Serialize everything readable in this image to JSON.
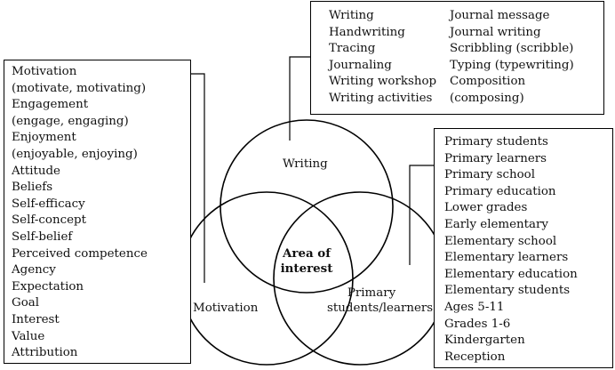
{
  "circles": {
    "writing_label": "Writing",
    "motivation_label": "Motivation",
    "primary_label_line1": "Primary",
    "primary_label_line2": "students/learners",
    "center_label_line1": "Area of",
    "center_label_line2": "interest"
  },
  "motivation_terms": [
    "Motivation",
    "(motivate, motivating)",
    "Engagement",
    "(engage, engaging)",
    "Enjoyment",
    "(enjoyable, enjoying)",
    "Attitude",
    "Beliefs",
    "Self-efficacy",
    "Self-concept",
    "Self-belief",
    "Perceived competence",
    "Agency",
    "Expectation",
    "Goal",
    "Interest",
    "Value",
    "Attribution"
  ],
  "writing_terms_left": [
    "Writing",
    "Handwriting",
    "Tracing",
    "Journaling",
    "Writing workshop",
    "Writing activities"
  ],
  "writing_terms_right": [
    "Journal message",
    "Journal writing",
    "Scribbling (scribble)",
    "Typing (typewriting)",
    "Composition",
    "(composing)"
  ],
  "primary_terms": [
    "Primary students",
    "Primary learners",
    "Primary school",
    "Primary education",
    "Lower grades",
    "Early elementary",
    "Elementary school",
    "Elementary learners",
    "Elementary education",
    "Elementary students",
    "Ages 5-11",
    "Grades 1-6",
    "Kindergarten",
    "Reception"
  ]
}
